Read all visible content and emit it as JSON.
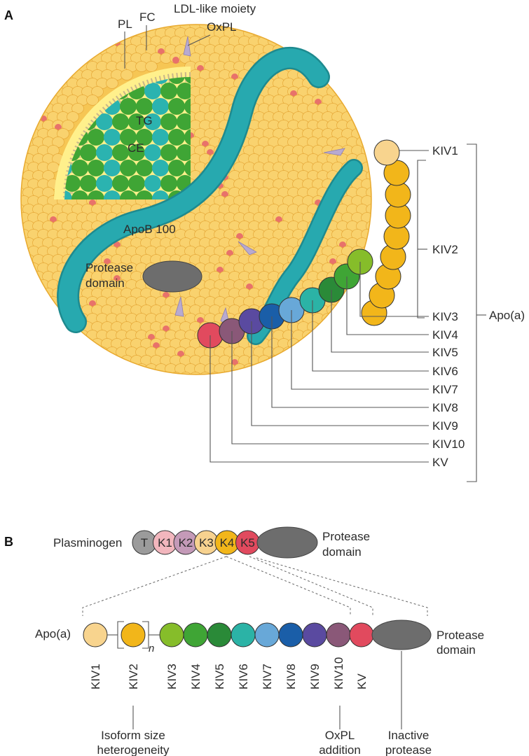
{
  "panels": {
    "a": "A",
    "b": "B"
  },
  "colors": {
    "particle_surface": "#f6c654",
    "phospholipid_head": "#f9d26e",
    "free_cholesterol": "#e8726a",
    "core": "#fff08c",
    "tg": "#2bb3b0",
    "ce": "#3fa535",
    "apob": "#27a9af",
    "oxpl": "#b8aad0",
    "protease": "#6d6d6d",
    "plasminogen_t": "#9b9b9b",
    "k1": "#f2b6bd",
    "k2": "#c49ab8",
    "k3": "#f7d28f",
    "k4": "#f2b61a",
    "k5": "#e14a5e",
    "kiv1": "#f8d48e",
    "kiv2": "#f2b61a",
    "kiv3": "#86bd2a",
    "kiv4": "#3fa535",
    "kiv5": "#2a8a38",
    "kiv6": "#2bb3a6",
    "kiv7": "#68a8d8",
    "kiv8": "#1a5ea8",
    "kiv9": "#5a4aa0",
    "kiv10": "#8a5878",
    "kv": "#e14a5e"
  },
  "panel_a": {
    "labels": {
      "pl": "PL",
      "fc": "FC",
      "ldl_moiety": "LDL-like moiety",
      "oxpl": "OxPL",
      "tg": "TG",
      "ce": "CE",
      "apob": "ApoB 100",
      "protease_line1": "Protease",
      "protease_line2": "domain",
      "apoa": "Apo(a)"
    },
    "kringles": [
      "KIV1",
      "KIV2",
      "KIV3",
      "KIV4",
      "KIV5",
      "KIV6",
      "KIV7",
      "KIV8",
      "KIV9",
      "KIV10",
      "KV"
    ]
  },
  "panel_b": {
    "plasminogen_label": "Plasminogen",
    "plasminogen_domains": [
      "T",
      "K1",
      "K2",
      "K3",
      "K4",
      "K5"
    ],
    "protease_line1": "Protease",
    "protease_line2": "domain",
    "apoa_label": "Apo(a)",
    "repeat_n": "n",
    "kringles": [
      "KIV1",
      "KIV2",
      "KIV3",
      "KIV4",
      "KIV5",
      "KIV6",
      "KIV7",
      "KIV8",
      "KIV9",
      "KIV10",
      "KV"
    ],
    "notes": {
      "isoform_line1": "Isoform size",
      "isoform_line2": "heterogeneity",
      "oxpl_line1": "OxPL",
      "oxpl_line2": "addition",
      "inactive_line1": "Inactive",
      "inactive_line2": "protease"
    }
  }
}
